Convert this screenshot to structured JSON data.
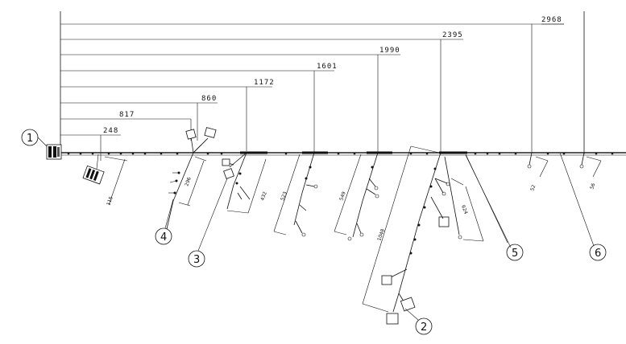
{
  "dimensions": [
    "248",
    "817",
    "860",
    "1172",
    "1601",
    "1990",
    "2395",
    "2968"
  ],
  "branch_lengths": {
    "b4": "296",
    "b3": "432",
    "b3b": "523",
    "b1601": "549",
    "b2": "1048",
    "b5": "624",
    "s1": "52",
    "s2": "56",
    "left": "115"
  },
  "callouts": [
    "1",
    "2",
    "3",
    "4",
    "5",
    "6"
  ]
}
